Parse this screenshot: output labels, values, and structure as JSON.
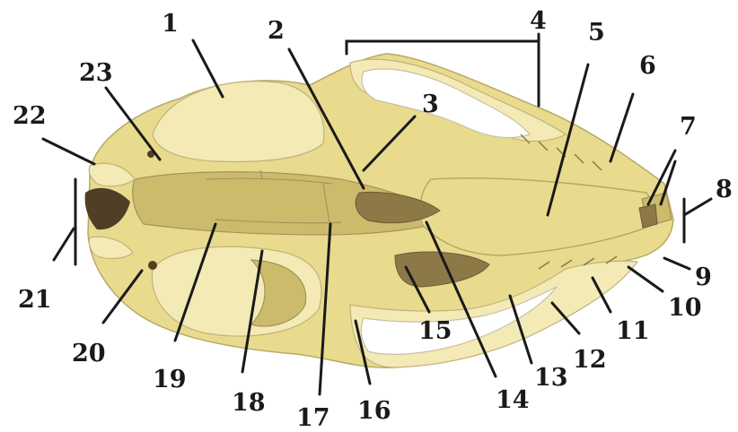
{
  "labels": {
    "n1": "1",
    "n2": "2",
    "n3": "3",
    "n4": "4",
    "n5": "5",
    "n6": "6",
    "n7": "7",
    "n8": "8",
    "n9": "9",
    "n10": "10",
    "n11": "11",
    "n12": "12",
    "n13": "13",
    "n14": "14",
    "n15": "15",
    "n16": "16",
    "n17": "17",
    "n18": "18",
    "n19": "19",
    "n20": "20",
    "n21": "21",
    "n22": "22",
    "n23": "23"
  },
  "colors": {
    "bone": "#e9db8e",
    "bone_shadow": "#8d7848",
    "label": "#1a1a1a"
  }
}
